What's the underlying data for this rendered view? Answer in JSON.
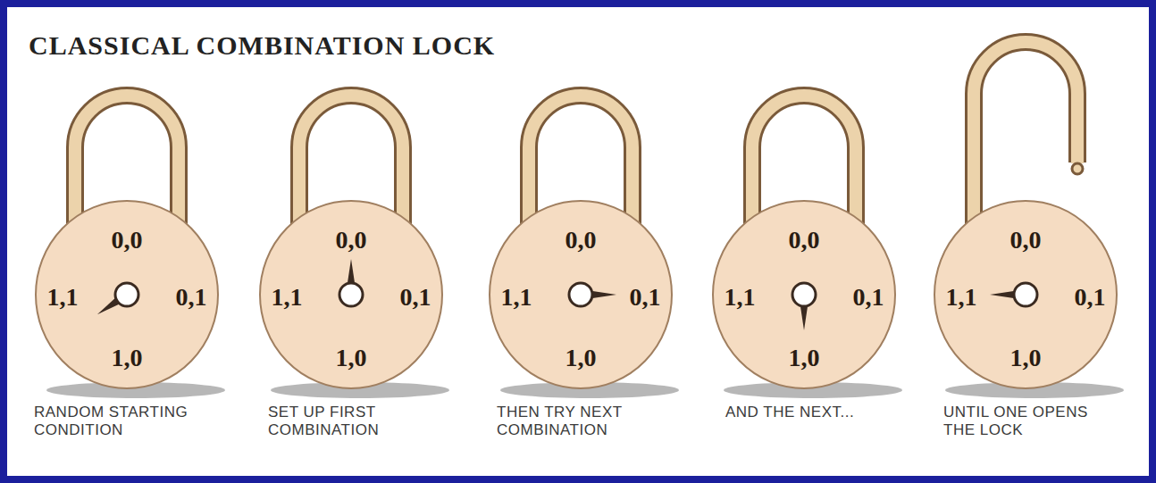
{
  "diagram": {
    "title": "CLASSICAL COMBINATION LOCK",
    "nodes": [
      {
        "text": [
          "0,0",
          "1,1",
          "0,1",
          "1,0"
        ]
      },
      {
        "text": [
          "0,0",
          "1,1",
          "0,1",
          "1,0"
        ]
      },
      {
        "text": [
          "0,0",
          "1,1",
          "0,1",
          "1,0"
        ]
      },
      {
        "text": [
          "0,0",
          "1,1",
          "0,1",
          "1,0"
        ]
      },
      {
        "text": [
          "0,0",
          "1,1",
          "0,1",
          "1,0"
        ]
      }
    ],
    "labels": [
      "RANDOM STARTING CONDITION",
      "SET UP FIRST COMBINATION",
      "THEN TRY NEXT COMBINATION",
      "AND THE NEXT...",
      "UNTIL ONE OPENS THE LOCK"
    ]
  }
}
